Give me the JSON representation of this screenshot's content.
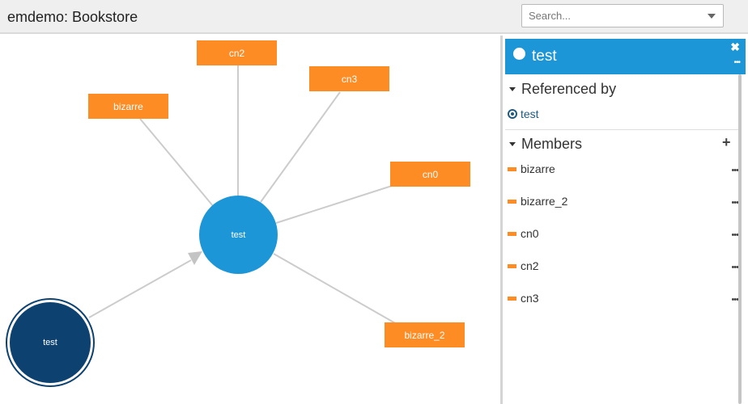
{
  "app": {
    "title": "emdemo: Bookstore"
  },
  "search": {
    "placeholder": "Search..."
  },
  "graph": {
    "center_node": "test",
    "referencing_node": "test",
    "member_nodes": [
      "cn2",
      "cn3",
      "bizarre",
      "cn0",
      "bizarre_2"
    ]
  },
  "panel": {
    "title": "test",
    "close_icon": "close-icon",
    "more_icon": "more-icon",
    "referenced_by": {
      "heading": "Referenced by",
      "items": [
        "test"
      ]
    },
    "members": {
      "heading": "Members",
      "items": [
        "bizarre",
        "bizarre_2",
        "cn0",
        "cn2",
        "cn3"
      ]
    }
  },
  "colors": {
    "member_node": "#fd8c25",
    "selected_node": "#1d96d7",
    "referencing_node": "#0d4270",
    "header_bg": "#efefef",
    "panel_header_bg": "#1d96d7",
    "edge": "#cccccc"
  }
}
